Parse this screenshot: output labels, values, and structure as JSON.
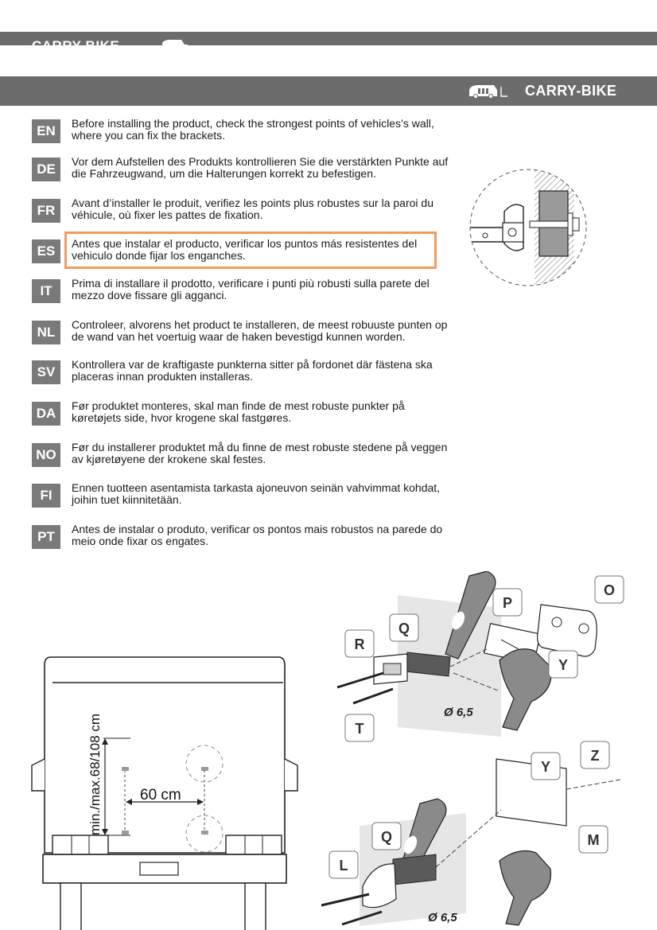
{
  "ghost_header": {
    "brand": "CARRY-BIKE"
  },
  "header": {
    "brand": "CARRY-BIKE"
  },
  "languages": [
    {
      "code": "EN",
      "text": "Before installing the product, check the strongest points of vehicles’s wall, where you can fix the brackets."
    },
    {
      "code": "DE",
      "text": "Vor dem Aufstellen des Produkts kontrollieren Sie die verstärkten Punkte auf die Fahrzeugwand, um die Halterungen korrekt zu befestigen."
    },
    {
      "code": "FR",
      "text": "Avant d’installer le produit, verifiez les points plus robustes sur la paroi du véhicule, où fixer les pattes de fixation."
    },
    {
      "code": "ES",
      "text": "Antes que instalar el producto, verificar los puntos más resistentes del vehiculo donde fijar los enganches."
    },
    {
      "code": "IT",
      "text": "Prima di installare il prodotto, verificare i punti più robusti sulla parete del mezzo dove fissare gli agganci."
    },
    {
      "code": "NL",
      "text": "Controleer, alvorens het product te installeren, de meest robuuste punten op de wand van het voertuig waar de haken bevestigd kunnen worden."
    },
    {
      "code": "SV",
      "text": "Kontrollera var de kraftigaste punkterna sitter på fordonet där fästena ska placeras innan produkten installeras."
    },
    {
      "code": "DA",
      "text": "Før produktet monteres, skal man finde de mest robuste punkter på køretøjets side, hvor krogene skal fastgøres."
    },
    {
      "code": "NO",
      "text": "Før du installerer produktet må du finne de mest robuste stedene på veggen av kjøretøyene der krokene skal festes."
    },
    {
      "code": "FI",
      "text": "Ennen tuotteen asentamista tarkasta ajoneuvon seinän vahvimmat kohdat, joihin tuet kiinnitetään."
    },
    {
      "code": "PT",
      "text": "Antes de instalar o produto, verificar os pontos mais robustos na parede do meio onde fixar os engates."
    }
  ],
  "vehicle_diagram": {
    "height_label": "min./max.68/108 cm",
    "width_label": "60 cm"
  },
  "assembly_diagram": {
    "parts_top": [
      "O",
      "P",
      "Q",
      "R",
      "Y",
      "T"
    ],
    "parts_bottom": [
      "Y",
      "Z",
      "Q",
      "M",
      "L"
    ],
    "drill_diameter": "Ø 6,5"
  }
}
